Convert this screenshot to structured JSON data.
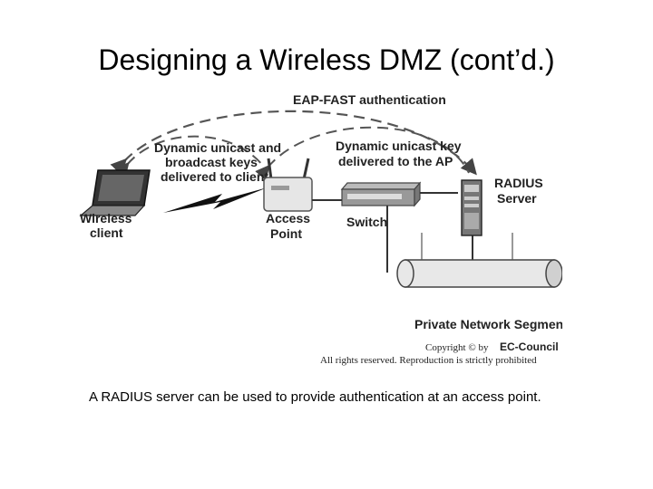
{
  "slide": {
    "title": "Designing a Wireless DMZ (cont’d.)",
    "caption": "A RADIUS server can be used to provide authentication at an access point."
  },
  "diagram": {
    "top_label": "EAP-FAST authentication",
    "left_arc_label": [
      "Dynamic unicast and",
      "broadcast keys",
      "delivered to client"
    ],
    "right_arc_label": [
      "Dynamic unicast key",
      "delivered to the AP"
    ],
    "wireless_client_label": [
      "Wireless",
      "client"
    ],
    "access_point_label": [
      "Access",
      "Point"
    ],
    "switch_label": "Switch",
    "radius_label": [
      "RADIUS",
      "Server"
    ],
    "network_label": "Private Network Segment",
    "copyright_prefix": "Copyright © by",
    "copyright_brand": "EC-Council",
    "copyright_rights": "All rights reserved. Reproduction is strictly prohibited",
    "icons": {
      "laptop": "laptop-icon",
      "lightning": "wireless-link-icon",
      "access_point": "access-point-icon",
      "switch": "switch-icon",
      "server": "server-icon",
      "pipe": "network-segment-icon"
    }
  }
}
